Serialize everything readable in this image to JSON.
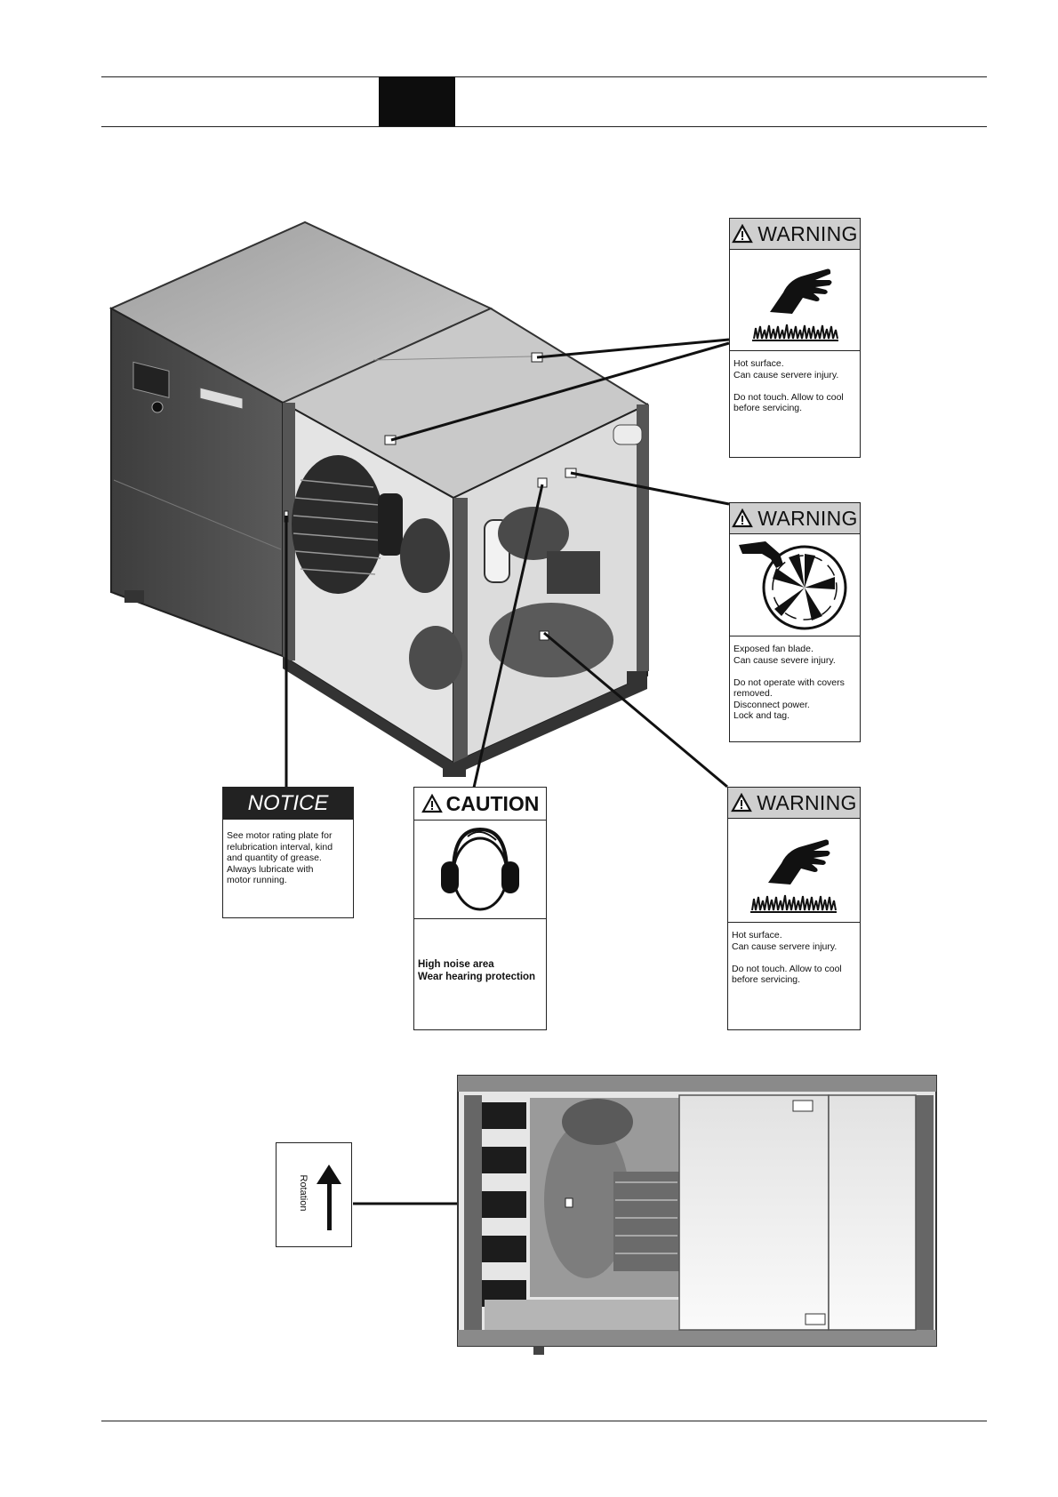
{
  "labels": {
    "warning_hot_top": {
      "header": "WARNING",
      "pictogram": "hot-surface-hand-icon",
      "text": "Hot surface.\nCan cause servere injury.\n\nDo not touch. Allow to cool\nbefore servicing."
    },
    "warning_fan": {
      "header": "WARNING",
      "pictogram": "fan-blade-hand-icon",
      "text": "Exposed fan blade.\nCan cause severe injury.\n\nDo not operate with covers\nremoved.\nDisconnect power.\nLock and tag."
    },
    "warning_hot_bottom": {
      "header": "WARNING",
      "pictogram": "hot-surface-hand-icon",
      "text": "Hot surface.\nCan cause servere injury.\n\nDo not touch. Allow to cool\nbefore servicing."
    },
    "notice": {
      "header": "NOTICE",
      "text": "See motor rating plate for\nrelubrication interval, kind\nand quantity of grease.\nAlways lubricate with\nmotor running."
    },
    "caution": {
      "header": "CAUTION",
      "pictogram": "hearing-protection-icon",
      "text": "High noise area\nWear hearing protection"
    },
    "rotation": {
      "text": "Rotation",
      "pictogram": "arrow-up-icon"
    }
  },
  "colors": {
    "header_bar": "#0d0d0d",
    "warning_header_bg": "#cfcfcf",
    "notice_header_bg": "#222222",
    "machine_panel": "#4a4a4a",
    "machine_top": "#b8b8b8"
  }
}
